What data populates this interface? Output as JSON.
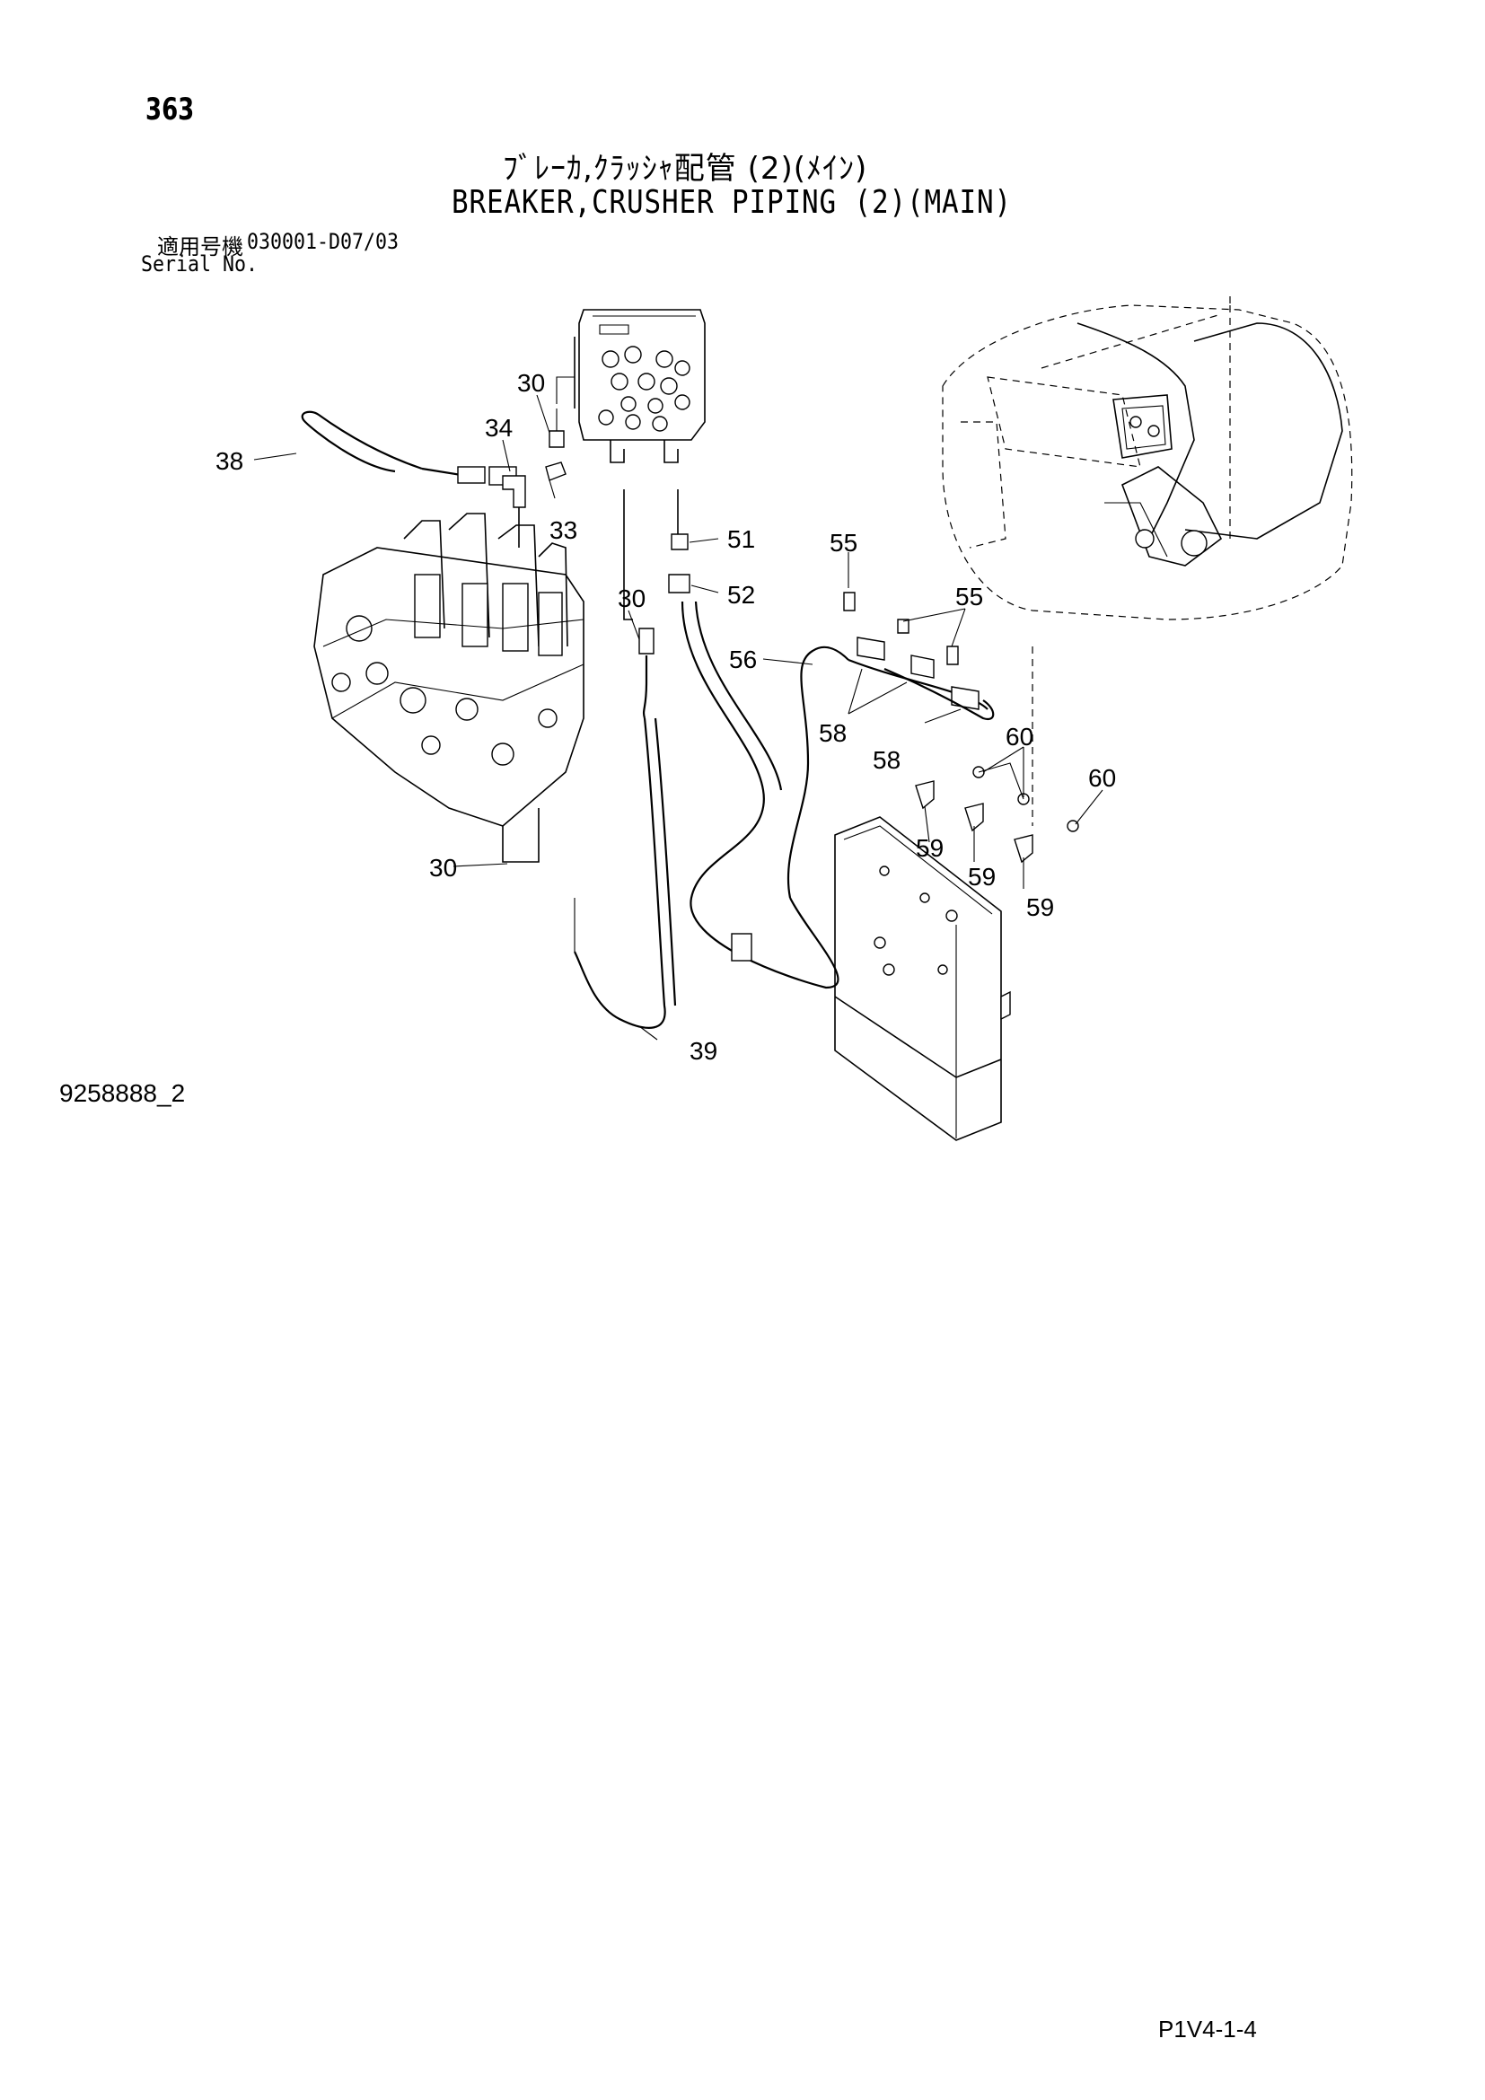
{
  "header": {
    "page_number": "363",
    "title_jp": "ﾌﾞﾚｰｶ,ｸﾗｯｼｬ配管 (2)(ﾒｲﾝ)",
    "title_en": "BREAKER,CRUSHER PIPING (2)(MAIN)",
    "serial_label_jp": "適用号機",
    "serial_value": "030001-D07/03",
    "serial_label_en": "Serial No."
  },
  "callouts": [
    "30",
    "34",
    "38",
    "33",
    "51",
    "52",
    "55",
    "55",
    "56",
    "58",
    "58",
    "60",
    "60",
    "59",
    "59",
    "59",
    "30",
    "30",
    "39"
  ],
  "footer": {
    "drawing_id": "9258888_2",
    "page_code": "P1V4-1-4"
  }
}
